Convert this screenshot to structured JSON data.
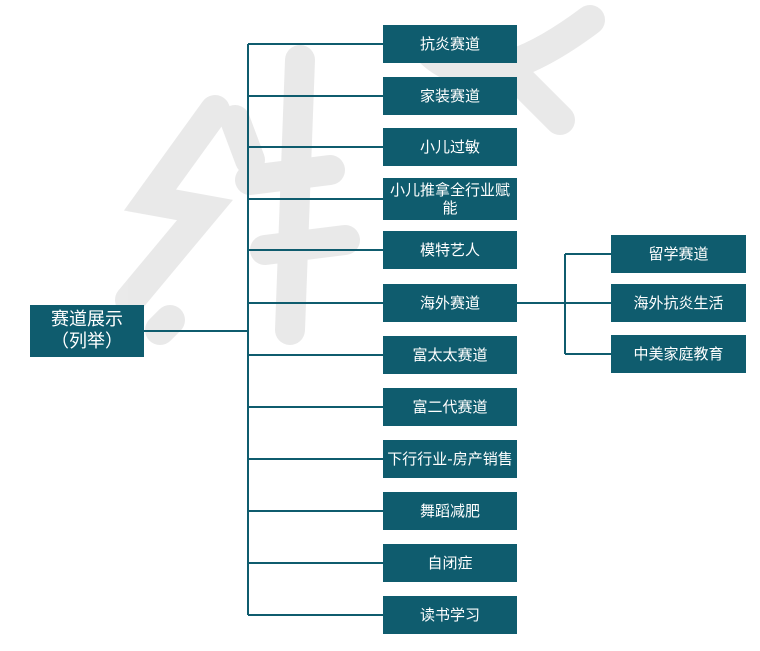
{
  "watermark_text": "红书下文",
  "colors": {
    "node_fill": "#0f5c6e",
    "node_text": "#ffffff",
    "connector": "#0f5c6e"
  },
  "root": {
    "label": "赛道展示\n（列举）"
  },
  "children": [
    {
      "label": "抗炎赛道"
    },
    {
      "label": "家装赛道"
    },
    {
      "label": "小儿过敏"
    },
    {
      "label": "小儿推拿全行业赋能"
    },
    {
      "label": "模特艺人"
    },
    {
      "label": "海外赛道"
    },
    {
      "label": "富太太赛道"
    },
    {
      "label": "富二代赛道"
    },
    {
      "label": "下行行业-房产销售"
    },
    {
      "label": "舞蹈减肥"
    },
    {
      "label": "自闭症"
    },
    {
      "label": "读书学习"
    }
  ],
  "overseas_children": [
    {
      "label": "留学赛道"
    },
    {
      "label": "海外抗炎生活"
    },
    {
      "label": "中美家庭教育"
    }
  ]
}
